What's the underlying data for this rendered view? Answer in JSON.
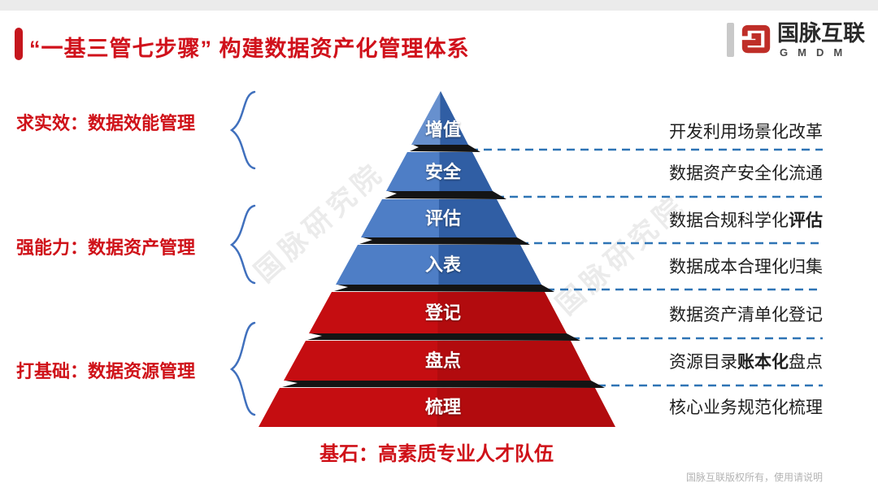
{
  "slide": {
    "title": "“一基三管七步骤” 构建数据资产化管理体系",
    "footer": "国脉互联版权所有，使用请说明",
    "watermark": "国脉研究院"
  },
  "logo": {
    "name_cn": "国脉互联",
    "name_en": "GMDM"
  },
  "left_groups": [
    {
      "label": "求实效：数据效能管理"
    },
    {
      "label": "强能力：数据资产管理"
    },
    {
      "label": "打基础：数据资源管理"
    }
  ],
  "pyramid": {
    "levels": [
      {
        "label": "增值",
        "color_group": "blue"
      },
      {
        "label": "安全",
        "color_group": "blue"
      },
      {
        "label": "评估",
        "color_group": "blue"
      },
      {
        "label": "入表",
        "color_group": "blue"
      },
      {
        "label": "登记",
        "color_group": "red"
      },
      {
        "label": "盘点",
        "color_group": "red"
      },
      {
        "label": "梳理",
        "color_group": "red"
      }
    ],
    "base_caption": "基石：高素质专业人才队伍"
  },
  "right_notes": [
    {
      "pre": "开发利用场景化改革",
      "bold": "",
      "post": ""
    },
    {
      "pre": "数据资产安全化流通",
      "bold": "",
      "post": ""
    },
    {
      "pre": "数据合规科学化",
      "bold": "评估",
      "post": ""
    },
    {
      "pre": "数据成本合理化归集",
      "bold": "",
      "post": ""
    },
    {
      "pre": "数据资产清单化登记",
      "bold": "",
      "post": ""
    },
    {
      "pre": "资源目录",
      "bold": "账本化",
      "post": "盘点"
    },
    {
      "pre": "核心业务规范化梳理",
      "bold": "",
      "post": ""
    }
  ],
  "colors": {
    "title_red": "#d0111b",
    "label_red": "#cf1118",
    "pyramid_blue_left": "#4e7ec6",
    "pyramid_blue_right": "#305ea4",
    "pyramid_red_left": "#c50d11",
    "pyramid_red_right": "#b20b0e",
    "separator_black": "#141414",
    "dashed_line_blue": "#2e74b5",
    "brace_blue": "#4070bd",
    "logo_red": "#bf2e28",
    "top_strip_gray": "#ebebeb",
    "watermark_gray": "#ebebeb",
    "footer_gray": "#b3b3b3"
  }
}
